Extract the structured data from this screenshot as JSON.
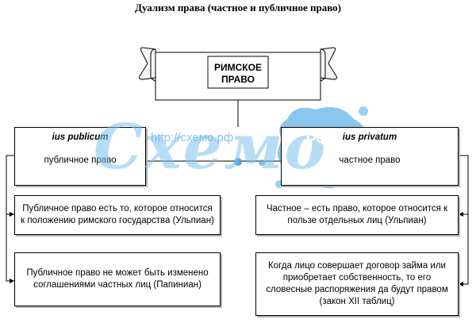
{
  "title": "Дуализм права (частное и публичное право)",
  "banner": {
    "label": "РИМСКОЕ\nПРАВО"
  },
  "left": {
    "latin": "ius publicum",
    "russian": "публичное право",
    "quote1": "Публичное право есть то, которое относится к положению римского государства (Ульпиан)",
    "quote2": "Публичное право не может быть изменено соглашениями частных лиц (Папиниан)"
  },
  "right": {
    "latin": "ius privatum",
    "russian": "частное право",
    "quote1": "Частное – есть право, которое относится к пользе отдельных лиц (Ульпиан)",
    "quote2": "Когда лицо совершает договор займа или приобретает собственность, то его словесные распоряжения да будут правом (закон XII таблиц)"
  },
  "watermark": {
    "url": "http://схемо.рф",
    "big": "Схемо",
    "badge": "РФ"
  },
  "colors": {
    "watermark": "#7cc3ee",
    "line": "#000000",
    "shadow": "#b0b0b0"
  }
}
